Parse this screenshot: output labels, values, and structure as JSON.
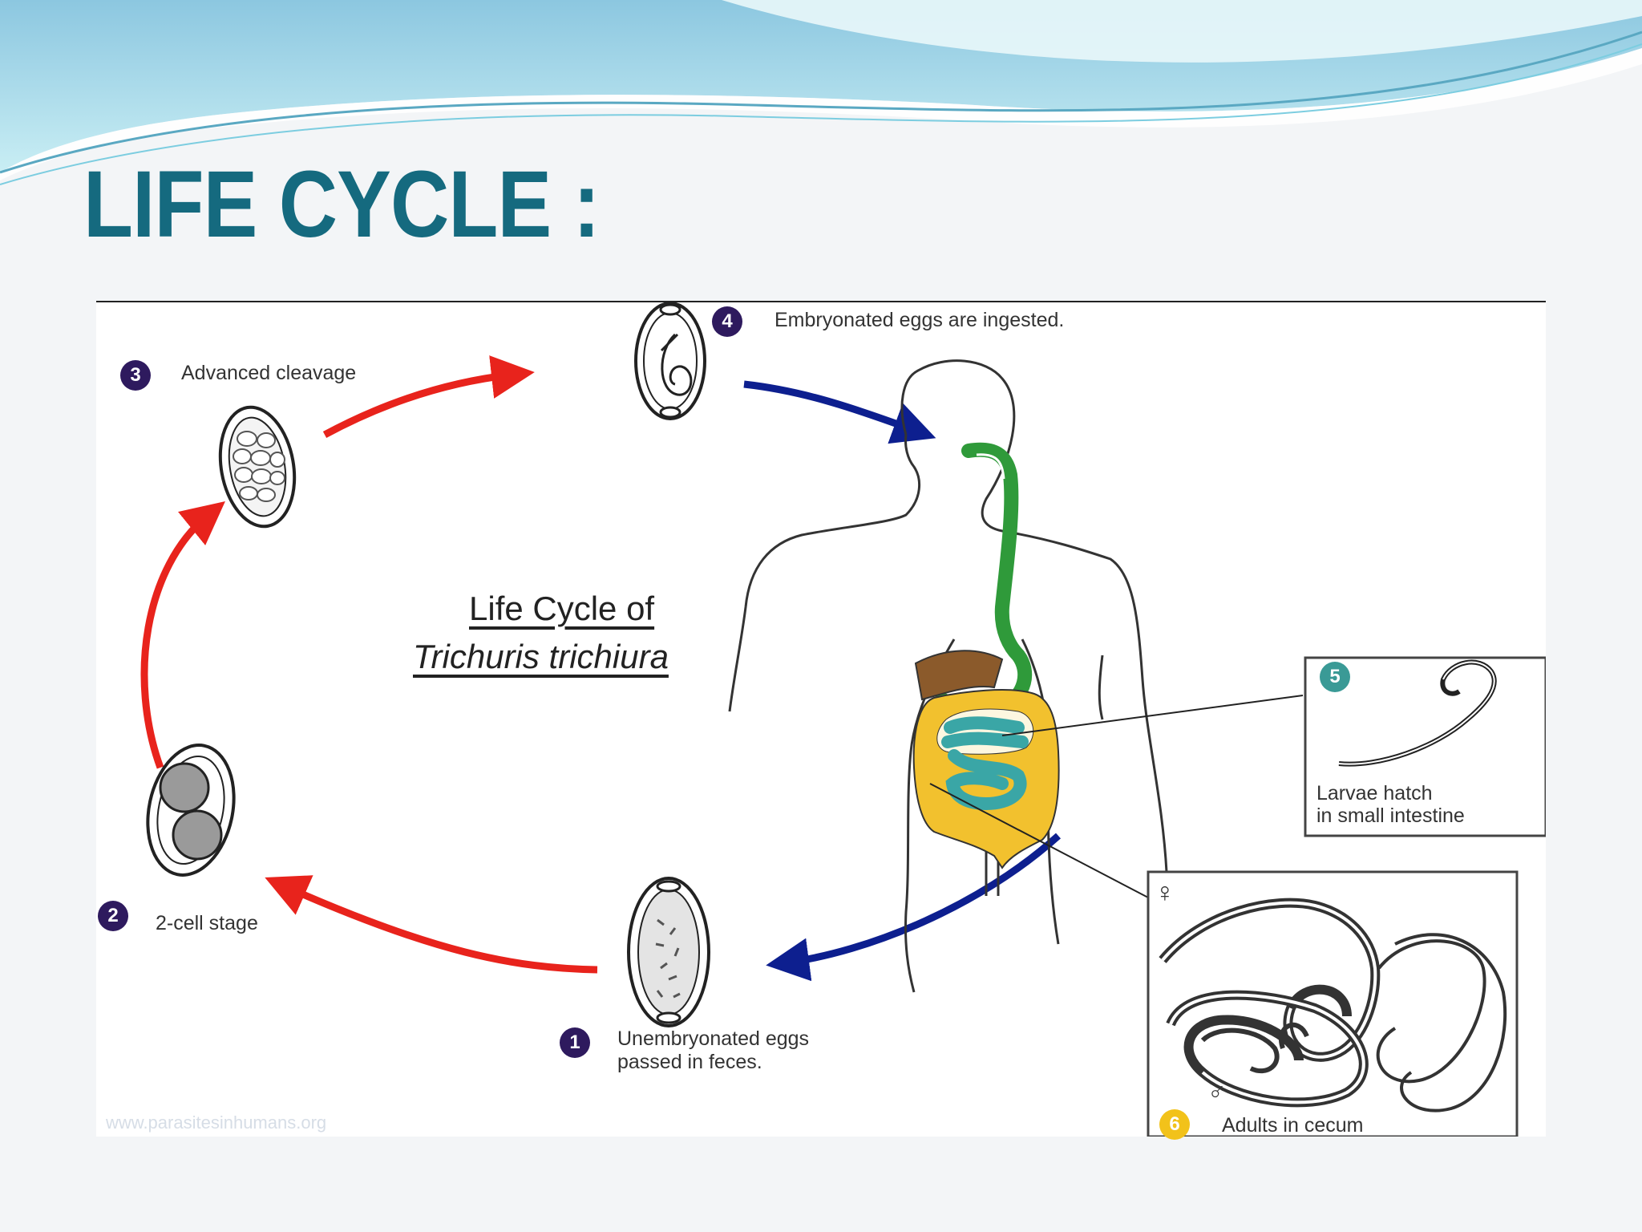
{
  "slide": {
    "title": "LIFE CYCLE :"
  },
  "diagram": {
    "title_line1": "Life Cycle of",
    "title_line2": "Trichuris trichiura",
    "stages": [
      {
        "number": "1",
        "label_line1": "Unembryonated eggs",
        "label_line2": "passed in feces."
      },
      {
        "number": "2",
        "label_line1": "2-cell stage",
        "label_line2": ""
      },
      {
        "number": "3",
        "label_line1": "Advanced cleavage",
        "label_line2": ""
      },
      {
        "number": "4",
        "label_line1": "Embryonated eggs are ingested.",
        "label_line2": ""
      },
      {
        "number": "5",
        "label_line1": "Larvae hatch",
        "label_line2": "in small intestine"
      },
      {
        "number": "6",
        "label_line1": "Adults in cecum",
        "label_line2": ""
      }
    ],
    "female_symbol": "♀",
    "male_symbol": "♂",
    "watermark": "www.parasitesinhumans.org"
  },
  "colors": {
    "title": "#156a7f",
    "red_arrow": "#e8231c",
    "blue_arrow": "#0d1f8f",
    "stage_badge": "#2e1a5e",
    "badge_5": "#3a9a96",
    "badge_6": "#f2c21a",
    "esophagus_stomach": "#2f9a3a",
    "liver": "#8b5a2b",
    "large_intestine": "#f2c12e",
    "small_intestine": "#3aa6a6"
  }
}
